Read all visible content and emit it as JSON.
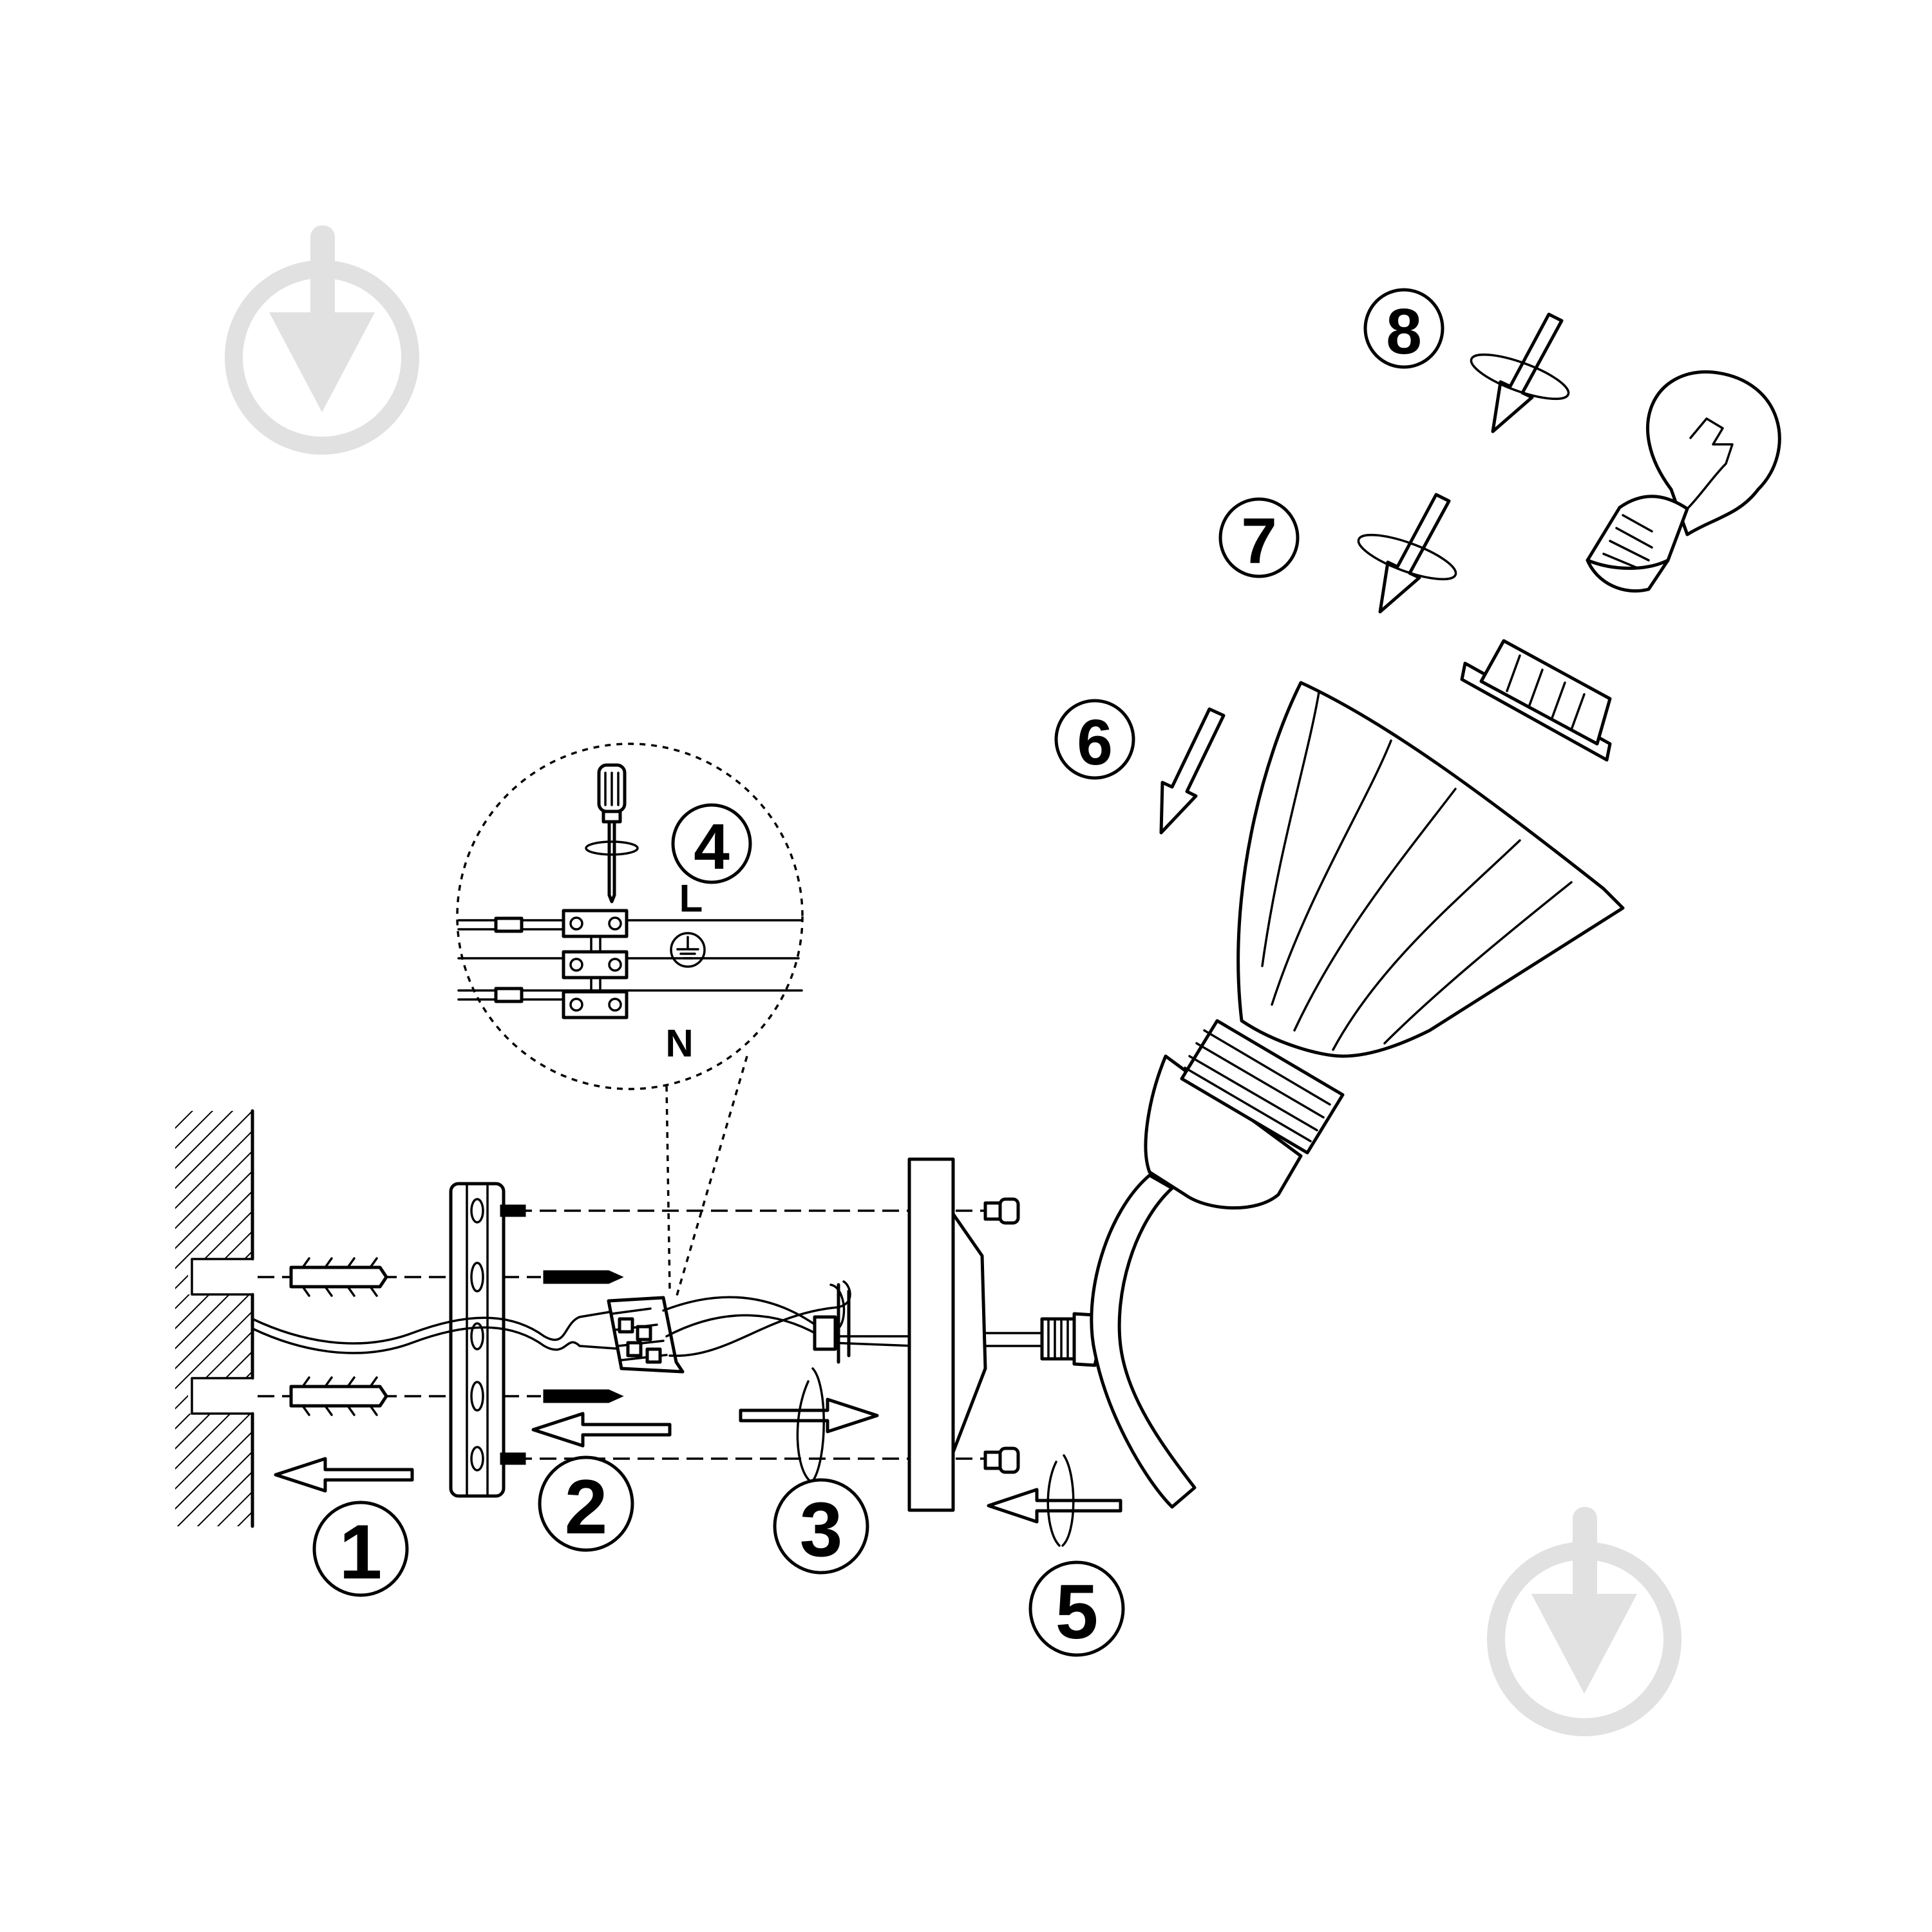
{
  "steps": [
    {
      "label": "1"
    },
    {
      "label": "2"
    },
    {
      "label": "3"
    },
    {
      "label": "4"
    },
    {
      "label": "5"
    },
    {
      "label": "6"
    },
    {
      "label": "7"
    },
    {
      "label": "8"
    }
  ],
  "terminals": {
    "live": "L",
    "neutral": "N",
    "earth_icon": "ground-symbol-icon"
  },
  "icons": {
    "watermark": "brand-watermark-icon",
    "rotate": "rotate-arrow-icon",
    "screwdriver": "screwdriver-icon",
    "bulb": "light-bulb-icon"
  },
  "colors": {
    "line": "#000000",
    "background": "#ffffff",
    "watermark": "#e1e1e1"
  }
}
